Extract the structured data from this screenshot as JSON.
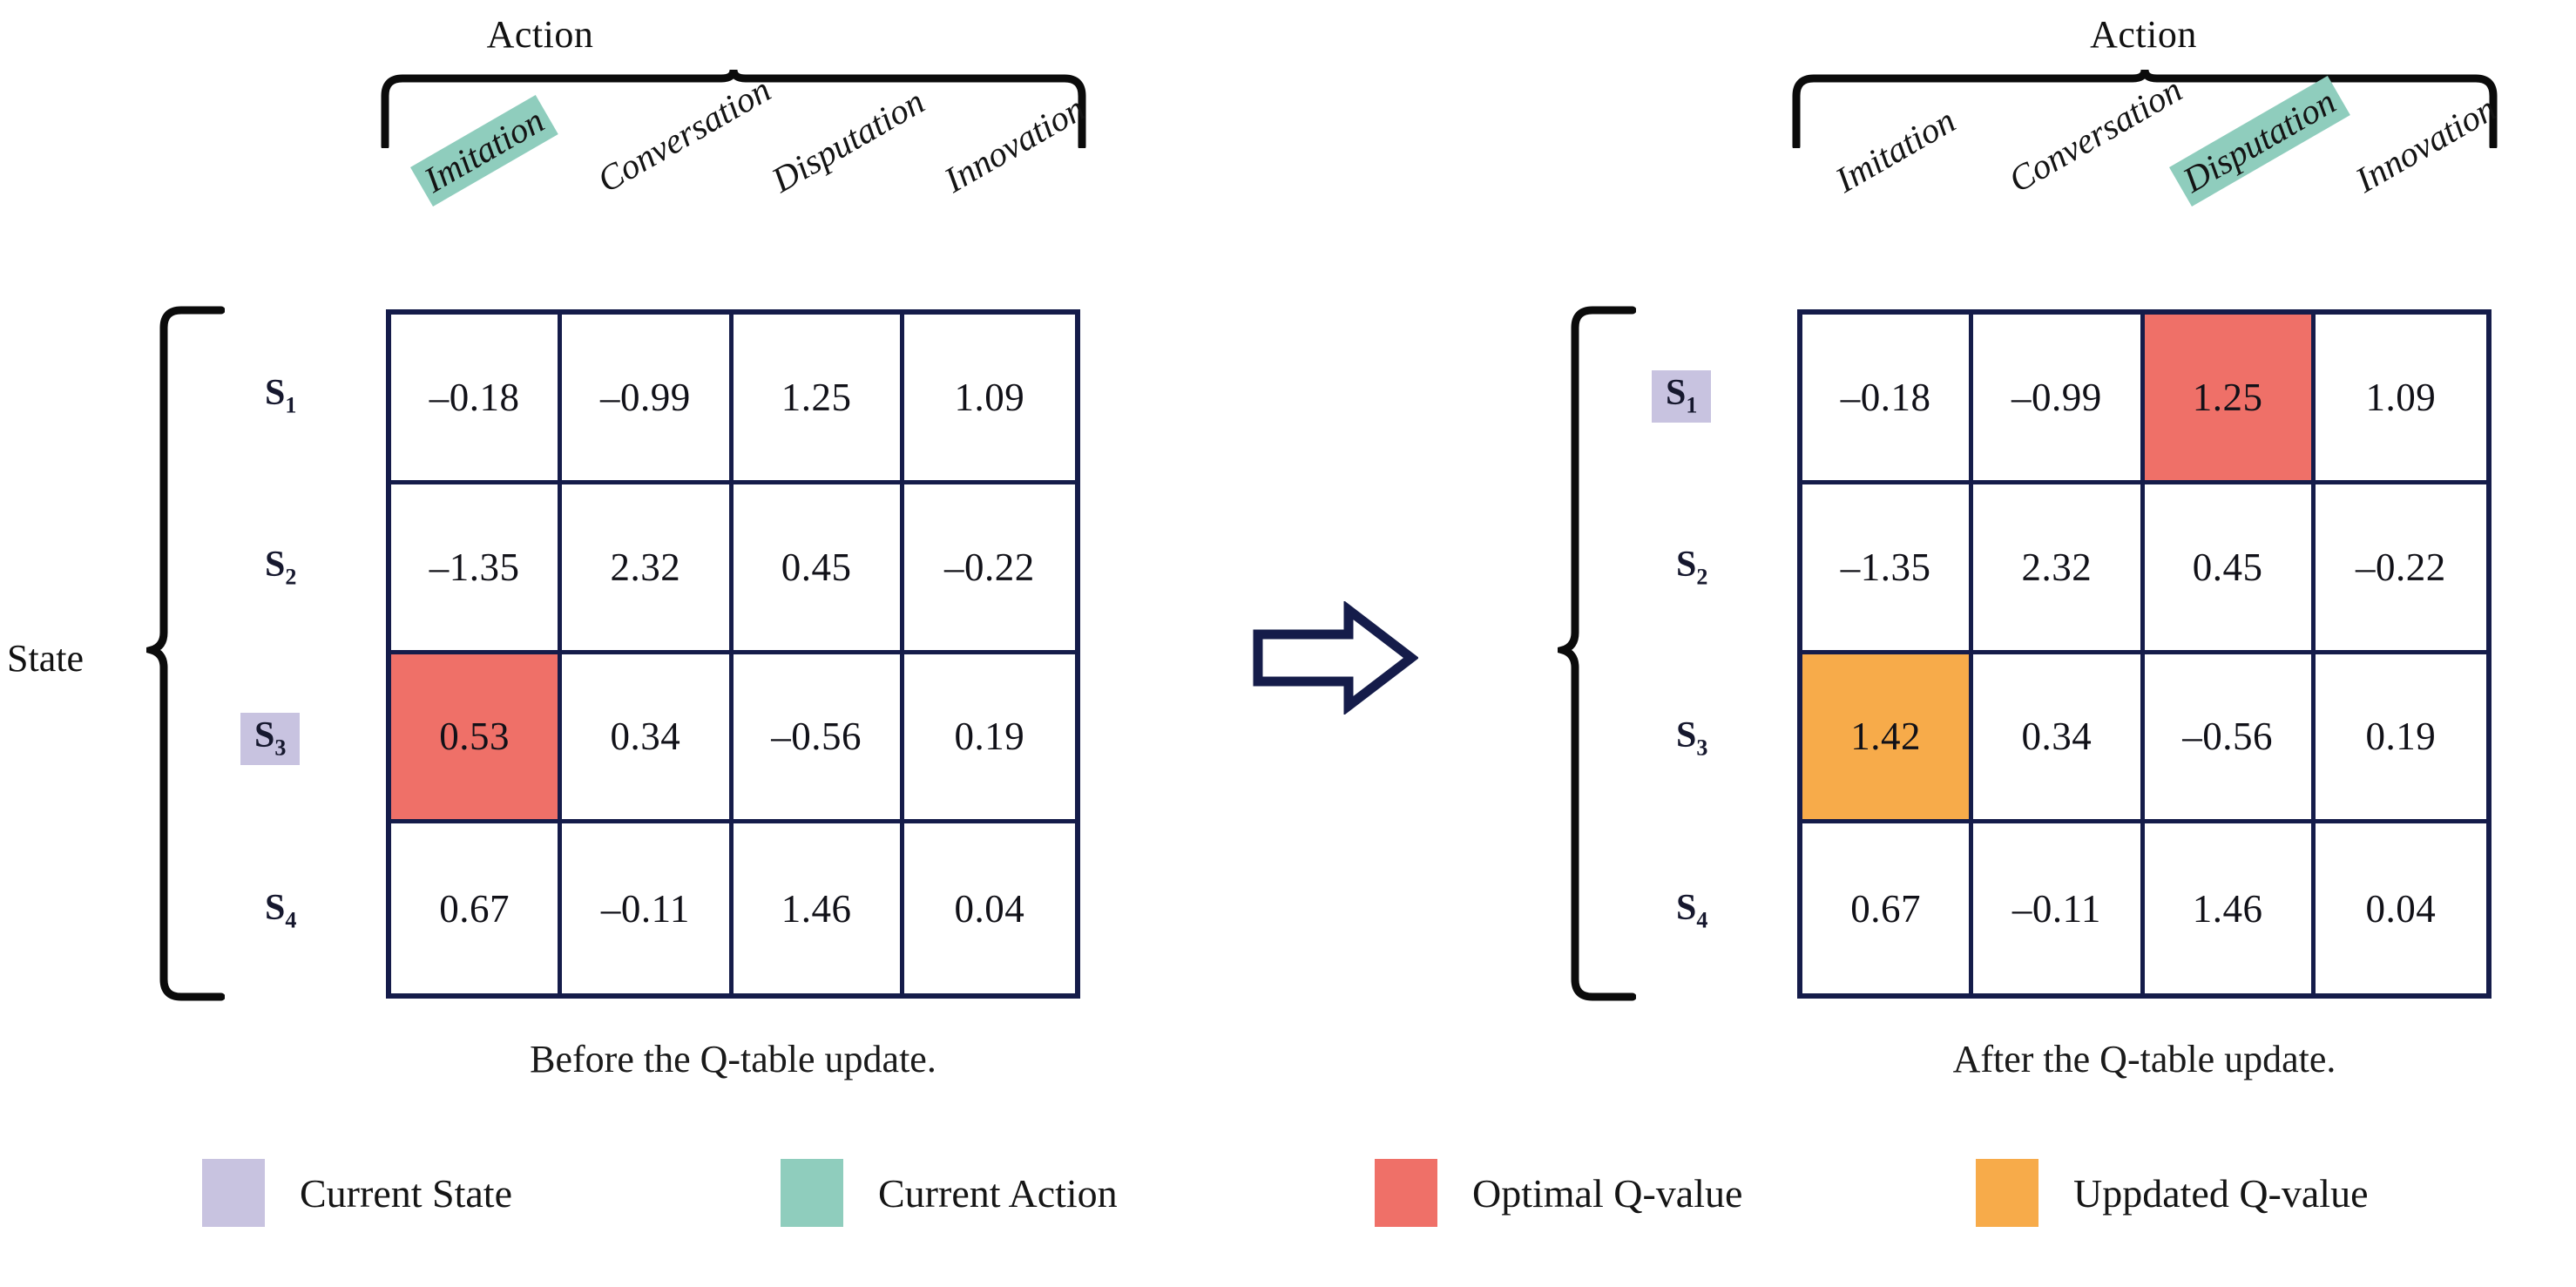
{
  "figure": {
    "axis_labels": {
      "action": "Action",
      "state": "State"
    },
    "arrow_icon": "right-block-arrow-icon"
  },
  "colors": {
    "grid_line": "#151c4a",
    "current_state": "#c8c3e0",
    "current_action": "#8fcdbd",
    "optimal_q": "#ef7068",
    "updated_q": "#f7ab4a",
    "text": "#111118"
  },
  "actions": [
    "Imitation",
    "Conversation",
    "Disputation",
    "Innovation"
  ],
  "states": [
    "S₁",
    "S₂",
    "S₃",
    "S₄"
  ],
  "panels": [
    {
      "id": "before",
      "caption": "Before the Q-table update.",
      "highlighted_action_index": 0,
      "highlighted_state_index": 2,
      "rows": [
        [
          "–0.18",
          "–0.99",
          "1.25",
          "1.09"
        ],
        [
          "–1.35",
          "2.32",
          "0.45",
          "–0.22"
        ],
        [
          "0.53",
          "0.34",
          "–0.56",
          "0.19"
        ],
        [
          "0.67",
          "–0.11",
          "1.46",
          "0.04"
        ]
      ],
      "cell_marks": [
        [
          "",
          "",
          "",
          ""
        ],
        [
          "",
          "",
          "",
          ""
        ],
        [
          "optimal",
          "",
          "",
          ""
        ],
        [
          "",
          "",
          "",
          ""
        ]
      ]
    },
    {
      "id": "after",
      "caption": "After the Q-table update.",
      "highlighted_action_index": 2,
      "highlighted_state_index": 0,
      "rows": [
        [
          "–0.18",
          "–0.99",
          "1.25",
          "1.09"
        ],
        [
          "–1.35",
          "2.32",
          "0.45",
          "–0.22"
        ],
        [
          "1.42",
          "0.34",
          "–0.56",
          "0.19"
        ],
        [
          "0.67",
          "–0.11",
          "1.46",
          "0.04"
        ]
      ],
      "cell_marks": [
        [
          "",
          "",
          "optimal",
          ""
        ],
        [
          "",
          "",
          "",
          ""
        ],
        [
          "updated",
          "",
          "",
          ""
        ],
        [
          "",
          "",
          "",
          ""
        ]
      ]
    }
  ],
  "legend": [
    {
      "label": "Current State",
      "color": "#c8c3e0"
    },
    {
      "label": "Current Action",
      "color": "#8fcdbd"
    },
    {
      "label": "Optimal Q-value",
      "color": "#ef7068"
    },
    {
      "label": "Uppdated Q-value",
      "color": "#f7ab4a"
    }
  ]
}
